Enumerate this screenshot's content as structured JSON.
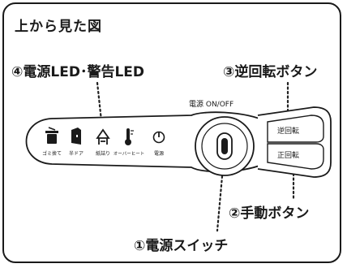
{
  "title": "上から見た図",
  "callouts": {
    "status_leds": "④電源LED･警告LED",
    "reverse_button": "③逆回転ボタン",
    "manual_button": "②手動ボタン",
    "power_switch": "①電源スイッチ"
  },
  "power_caption": "電源 ON/OFF",
  "indicators": [
    {
      "label": "ゴミ捨て",
      "icon": "trash-icon"
    },
    {
      "label": "半ドア",
      "icon": "door-icon"
    },
    {
      "label": "紙詰り",
      "icon": "paper-jam-icon"
    },
    {
      "label": "オーバーヒート",
      "icon": "thermometer-icon"
    },
    {
      "label": "電源",
      "icon": "power-icon"
    }
  ],
  "buttons": {
    "reverse": "逆回転",
    "forward": "正回転"
  }
}
